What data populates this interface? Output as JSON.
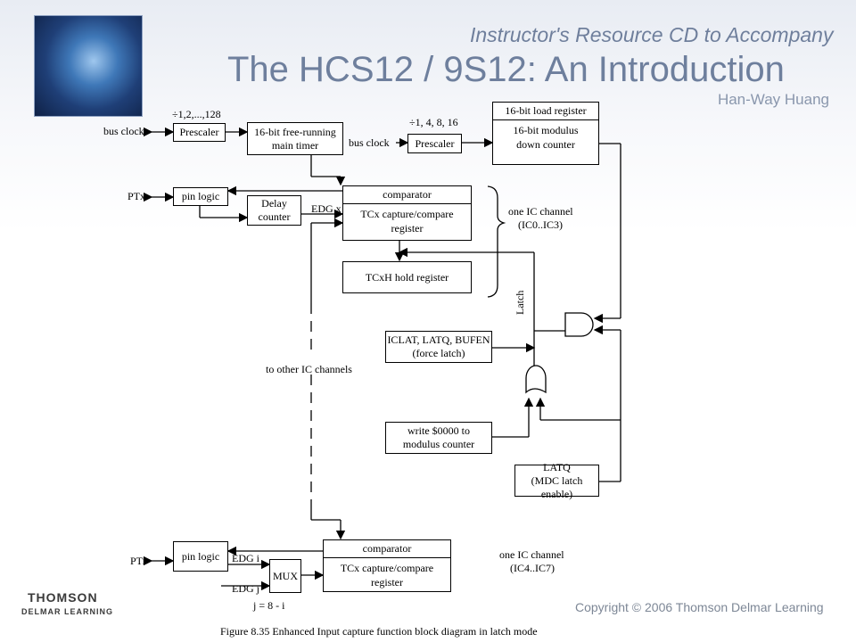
{
  "header": {
    "subtitle": "Instructor's Resource CD to Accompany",
    "title": "The HCS12 / 9S12: An Introduction",
    "author": "Han-Way Huang",
    "copyright": "Copyright © 2006 Thomson Delmar Learning",
    "publisher_line1": "THOMSON",
    "publisher_line2": "DELMAR LEARNING"
  },
  "diagram": {
    "caption": "Figure 8.35 Enhanced Input capture function block diagram in latch mode",
    "labels": {
      "div_main": "÷1,2,...,128",
      "bus_clock_main": "bus clock",
      "div_mod": "÷1, 4, 8, 16",
      "bus_clock_mod": "bus clock",
      "ptx": "PTx",
      "edg_x": "EDG x",
      "one_ic_upper": "one IC channel",
      "ic0_ic3": "(IC0..IC3)",
      "latch": "Latch",
      "to_other": "to other IC channels",
      "pti": "PTi",
      "edg_i": "EDG i",
      "edg_j": "EDG j",
      "j_eq": "j = 8 - i",
      "one_ic_lower": "one IC channel",
      "ic4_ic7": "(IC4..IC7)"
    },
    "blocks": {
      "prescaler_main": "Prescaler",
      "timer_line1": "16-bit free-running",
      "timer_line2": "main timer",
      "prescaler_mod": "Prescaler",
      "load_register": "16-bit load register",
      "mod_counter_line1": "16-bit modulus",
      "mod_counter_line2": "down counter",
      "pin_logic_x": "pin logic",
      "delay_line1": "Delay",
      "delay_line2": "counter",
      "comparator_x": "comparator",
      "capture_x_line1": "TCx capture/compare",
      "capture_x_line2": "register",
      "hold_register": "TCxH hold register",
      "iclat_line1": "ICLAT, LATQ, BUFEN",
      "iclat_line2": "(force latch)",
      "write_line1": "write $0000 to",
      "write_line2": "modulus counter",
      "latq_line1": "LATQ",
      "latq_line2": "(MDC latch enable)",
      "pin_logic_i": "pin logic",
      "mux": "MUX",
      "comparator_i": "comparator",
      "capture_i_line1": "TCx capture/compare",
      "capture_i_line2": "register"
    }
  }
}
